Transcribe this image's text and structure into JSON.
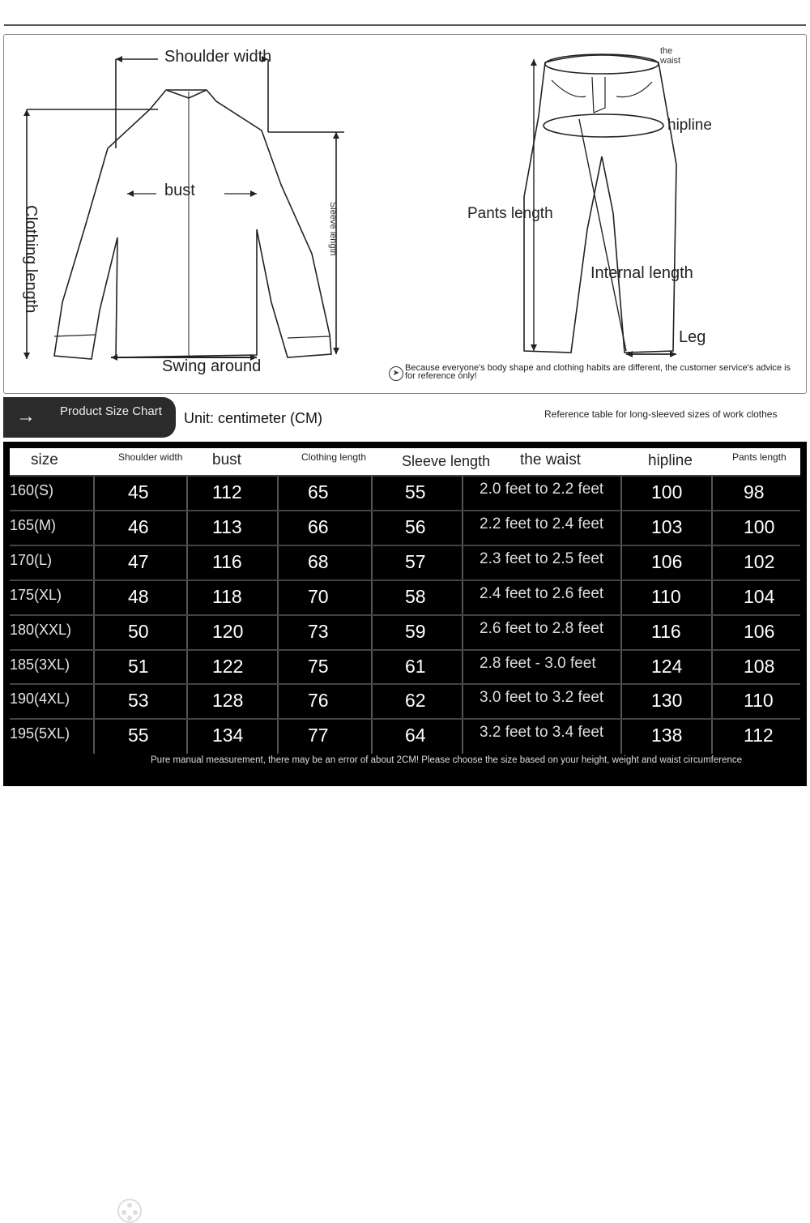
{
  "diagram": {
    "jacket_labels": {
      "shoulder_width": "Shoulder width",
      "bust": "bust",
      "clothing_length": "Clothing length",
      "sleeve_length": "Sleeve length",
      "swing_around": "Swing around"
    },
    "pants_labels": {
      "the_waist": "the waist",
      "hipline": "hipline",
      "pants_length": "Pants length",
      "internal_length": "Internal length",
      "leg": "Leg"
    },
    "note": "Because everyone's body shape and clothing habits are different, the customer service's advice is for reference only!"
  },
  "header": {
    "tab_label": "Product Size Chart",
    "tab_arrow": "→",
    "unit": "Unit: centimeter (CM)",
    "reference": "Reference table for long-sleeved sizes of work clothes"
  },
  "table": {
    "columns": [
      "size",
      "Shoulder width",
      "bust",
      "Clothing length",
      "Sleeve length",
      "the waist",
      "hipline",
      "Pants length"
    ],
    "rows": [
      [
        "160(S)",
        "45",
        "112",
        "65",
        "55",
        "2.0 feet to 2.2 feet",
        "100",
        "98"
      ],
      [
        "165(M)",
        "46",
        "113",
        "66",
        "56",
        "2.2 feet to 2.4 feet",
        "103",
        "100"
      ],
      [
        "170(L)",
        "47",
        "116",
        "68",
        "57",
        "2.3 feet to 2.5 feet",
        "106",
        "102"
      ],
      [
        "175(XL)",
        "48",
        "118",
        "70",
        "58",
        "2.4 feet to 2.6 feet",
        "110",
        "104"
      ],
      [
        "180(XXL)",
        "50",
        "120",
        "73",
        "59",
        "2.6 feet to 2.8 feet",
        "116",
        "106"
      ],
      [
        "185(3XL)",
        "51",
        "122",
        "75",
        "61",
        "2.8 feet - 3.0 feet",
        "124",
        "108"
      ],
      [
        "190(4XL)",
        "53",
        "128",
        "76",
        "62",
        "3.0 feet to 3.2 feet",
        "130",
        "110"
      ],
      [
        "195(5XL)",
        "55",
        "134",
        "77",
        "64",
        "3.2 feet to 3.4 feet",
        "138",
        "112"
      ]
    ]
  },
  "footer": {
    "note": "Pure manual measurement, there may be an error of about 2CM! Please choose the size based on your height, weight and waist circumference"
  },
  "icons": [
    "arrow-right-icon",
    "info-arrow-icon",
    "reel-icon"
  ]
}
